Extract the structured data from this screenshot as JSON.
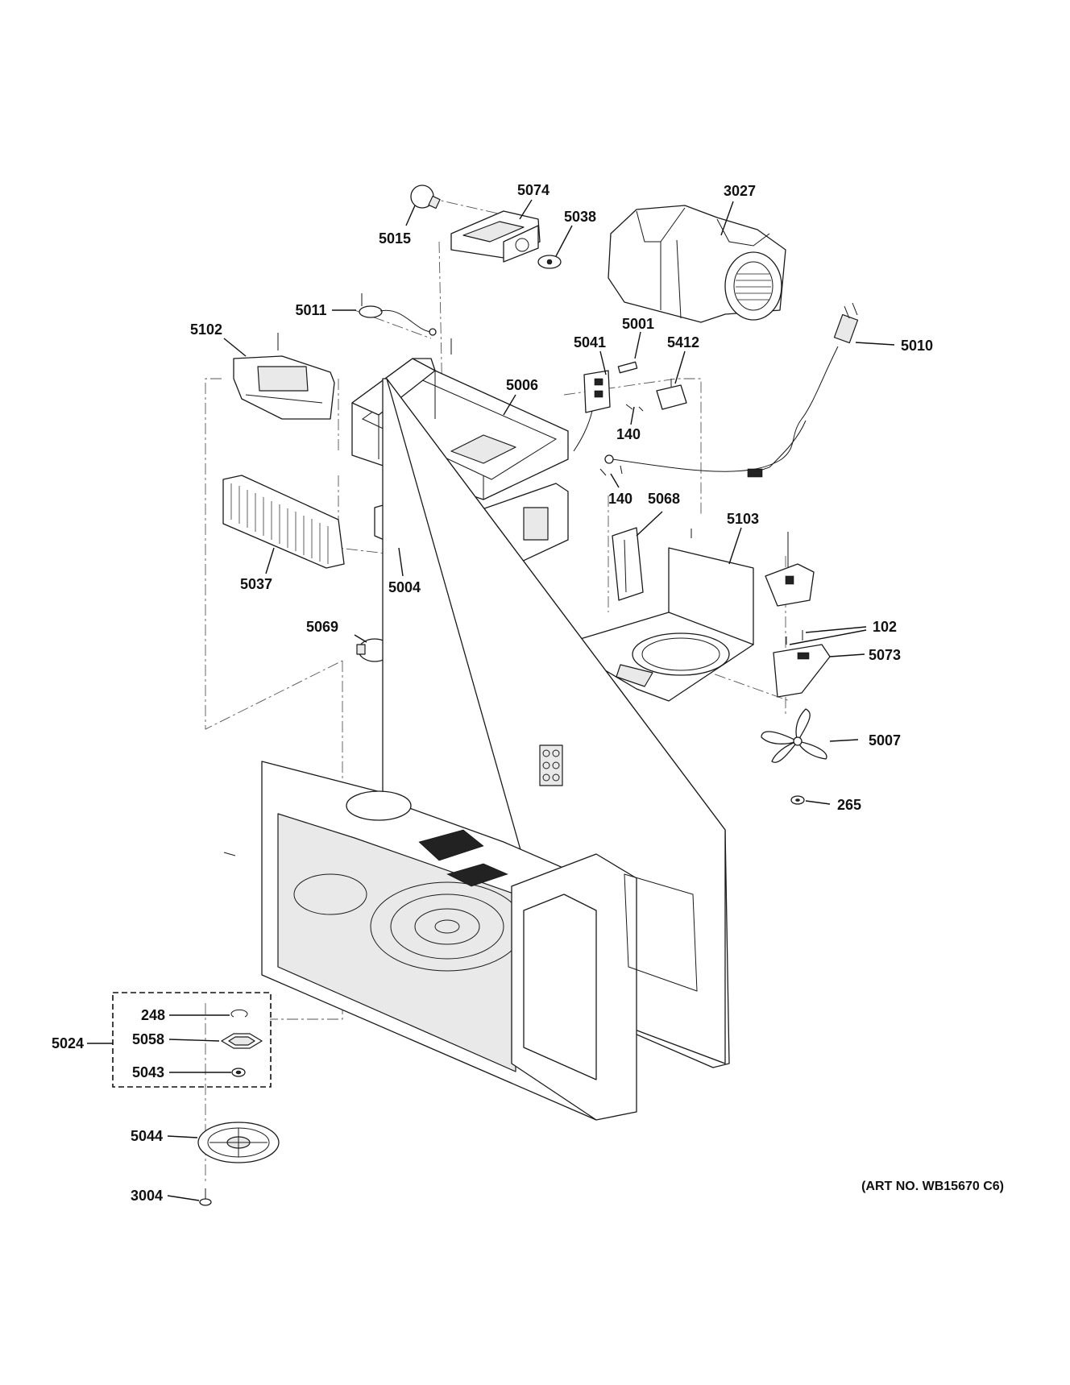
{
  "callouts": {
    "c5015": "5015",
    "c5074": "5074",
    "c5038": "5038",
    "c3027": "3027",
    "c5011": "5011",
    "c5102": "5102",
    "c5001": "5001",
    "c5041": "5041",
    "c5412": "5412",
    "c5010": "5010",
    "c5006": "5006",
    "c140a": "140",
    "c140b": "140",
    "c5068": "5068",
    "c5103": "5103",
    "c5037": "5037",
    "c5004": "5004",
    "c5069": "5069",
    "c102": "102",
    "c5073": "5073",
    "c5007": "5007",
    "c265": "265",
    "c248": "248",
    "c5024": "5024",
    "c5058": "5058",
    "c5043": "5043",
    "c5044": "5044",
    "c3004": "3004"
  },
  "art_number": "(ART NO. WB15670 C6)"
}
